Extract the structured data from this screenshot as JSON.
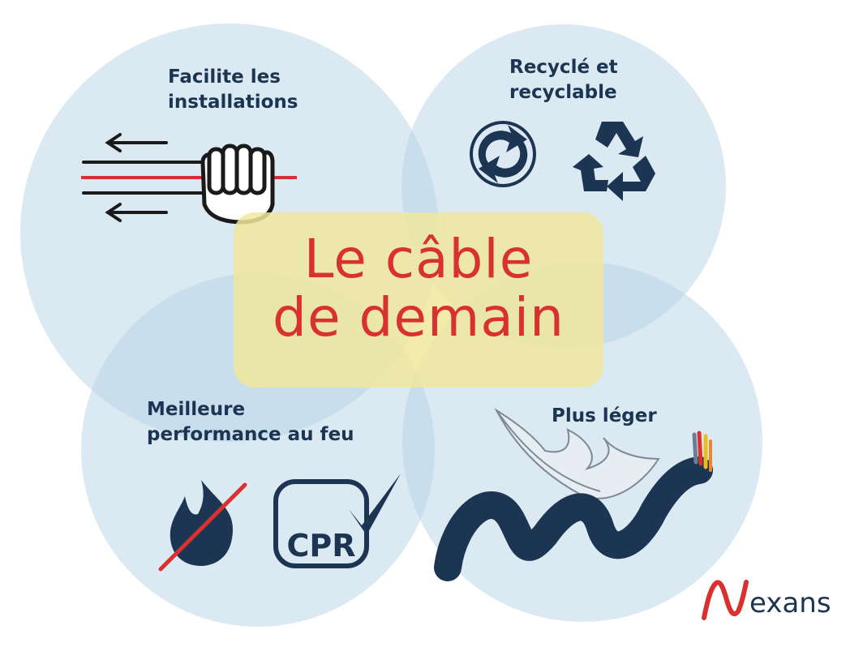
{
  "center": {
    "line1": "Le câble",
    "line2": "de demain"
  },
  "benefits": {
    "installation": {
      "line1": "Facilite les",
      "line2": "installations"
    },
    "recycling": {
      "line1": "Recyclé et",
      "line2": "recyclable"
    },
    "fire": {
      "line1": "Meilleure",
      "line2": "performance au feu",
      "badge": "CPR"
    },
    "weight": {
      "line1": "Plus léger"
    }
  },
  "brand": {
    "initial": "N",
    "rest": "exans"
  },
  "colors": {
    "circle": "#cfe3f0",
    "navy": "#1c3553",
    "red": "#d8312f",
    "center_box": "#f0e89b"
  },
  "icons": [
    "pull-arrows-icon",
    "fist-icon",
    "green-dot-icon",
    "recycle-icon",
    "crossed-flame-icon",
    "cpr-check-icon",
    "feather-icon",
    "cable-icon"
  ]
}
